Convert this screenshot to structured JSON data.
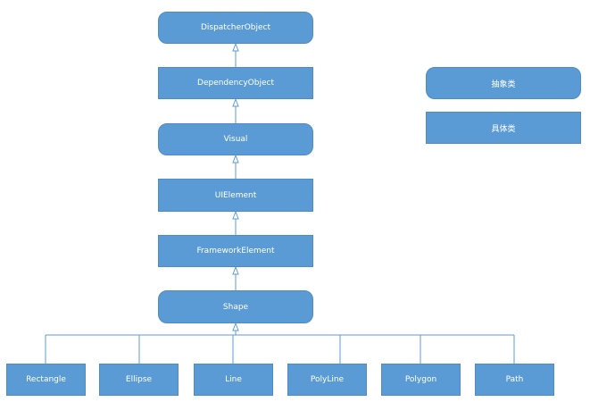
{
  "colors": {
    "box_fill": "#5b9bd5",
    "box_text": "#ffffff",
    "connector": "#5b9bd5",
    "background": "#ffffff"
  },
  "hierarchy": {
    "dispatcher_object": "DispatcherObject",
    "dependency_object": "DependencyObject",
    "visual": "Visual",
    "ui_element": "UIElement",
    "framework_element": "FrameworkElement",
    "shape": "Shape"
  },
  "derived_shapes": {
    "rectangle": "Rectangle",
    "ellipse": "Ellipse",
    "line": "Line",
    "polyline": "PolyLine",
    "polygon": "Polygon",
    "path": "Path"
  },
  "legend": {
    "abstract_class": "抽象类",
    "concrete_class": "具体类"
  }
}
